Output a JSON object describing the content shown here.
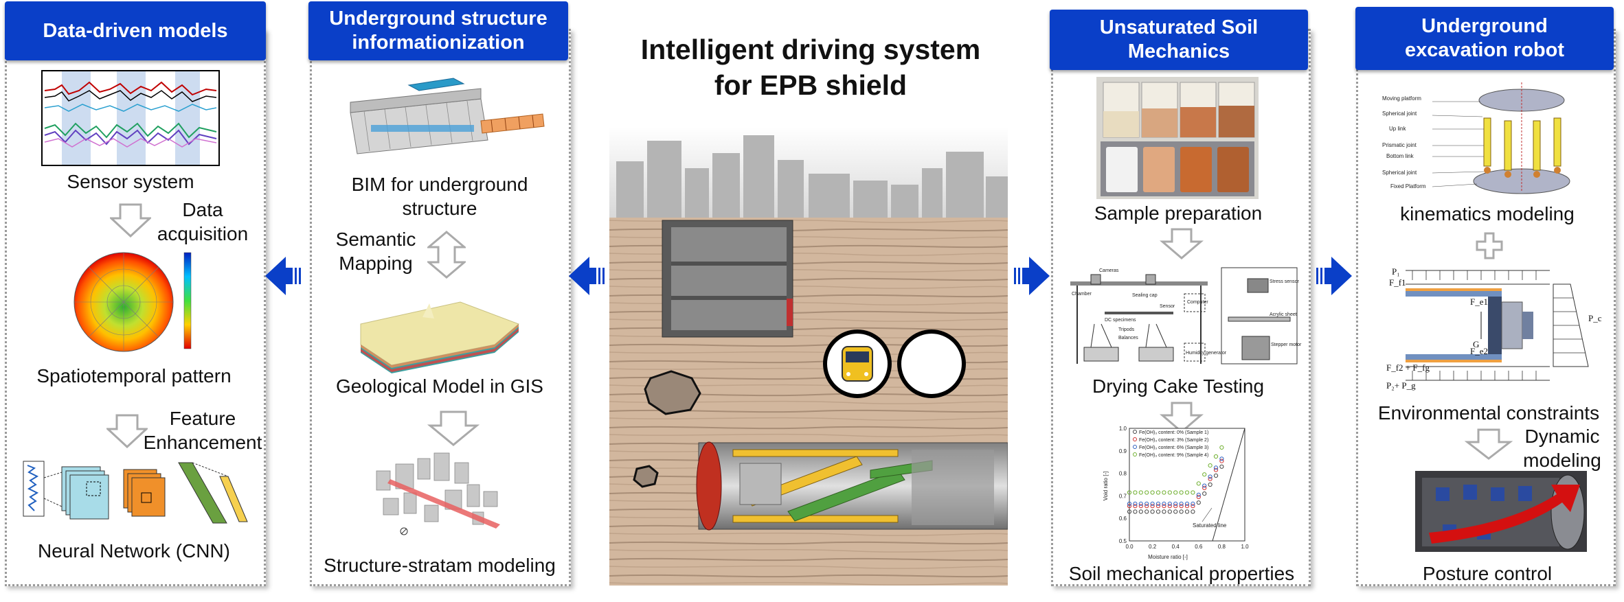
{
  "title": "Intelligent driving system\nfor EPB shield",
  "panels": {
    "data_driven": {
      "header": "Data-driven models",
      "sensor": "Sensor system",
      "acq": "Data\nacquisition",
      "spatio": "Spatiotemporal pattern",
      "feature": "Feature\nEnhancement",
      "cnn": "Neural Network (CNN)"
    },
    "underground": {
      "header": "Underground structure\ninformationization",
      "bim": "BIM for underground\nstructure",
      "semantic": "Semantic\nMapping",
      "geo": "Geological Model in GIS",
      "stratum": "Structure-stratam modeling"
    },
    "soil": {
      "header": "Unsaturated Soil\nMechanics",
      "sample": "Sample preparation",
      "drying": "Drying Cake Testing",
      "props": "Soil mechanical properties",
      "app_labels": {
        "cameras": "Cameras",
        "chamber": "Chamber",
        "sealing": "Sealing cap",
        "sensor": "Sensor",
        "computer": "Computer",
        "dc": "DC specimens",
        "tripods": "Tripods",
        "balances": "Balances",
        "humidity": "Humidity generator",
        "stress": "Stress sensor",
        "acrylic": "Acrylic sheet",
        "stepper": "Stepper motor"
      },
      "plot": {
        "legend": [
          "Fe(OH)₃ content: 0% (Sample 1)",
          "Fe(OH)₃ content: 3% (Sample 2)",
          "Fe(OH)₃ content: 6% (Sample 3)",
          "Fe(OH)₃ content: 9% (Sample 4)"
        ],
        "xlabel": "Moisture ratio [-]",
        "ylabel": "Void ratio [-]",
        "saturated": "Saturated line",
        "xticks": [
          "0.0",
          "0.2",
          "0.4",
          "0.6",
          "0.8",
          "1.0"
        ],
        "yticks": [
          "0.5",
          "0.6",
          "0.7",
          "0.8",
          "0.9",
          "1.0"
        ],
        "colors": [
          "#444444",
          "#d03030",
          "#3060c0",
          "#70b030"
        ]
      }
    },
    "robot": {
      "header": "Underground\nexcavation robot",
      "kin": "kinematics modeling",
      "env": "Environmental constraints",
      "dyn": "Dynamic\nmodeling",
      "posture": "Posture control",
      "robot_labels": {
        "moving": "Moving platform",
        "spherical1": "Spherical joint",
        "up": "Up link",
        "prismatic": "Prismatic joint",
        "bottom": "Bottom link",
        "spherical2": "Spherical joint",
        "fixed": "Fixed Platform"
      },
      "forces": {
        "p1": "P₁",
        "ff1": "F_f1",
        "fe1": "F_e1",
        "pc": "P_c",
        "g": "G",
        "fe2": "F_e2",
        "ff2": "F_f2 + F_fg",
        "p2": "P₂+ P_g"
      }
    }
  }
}
